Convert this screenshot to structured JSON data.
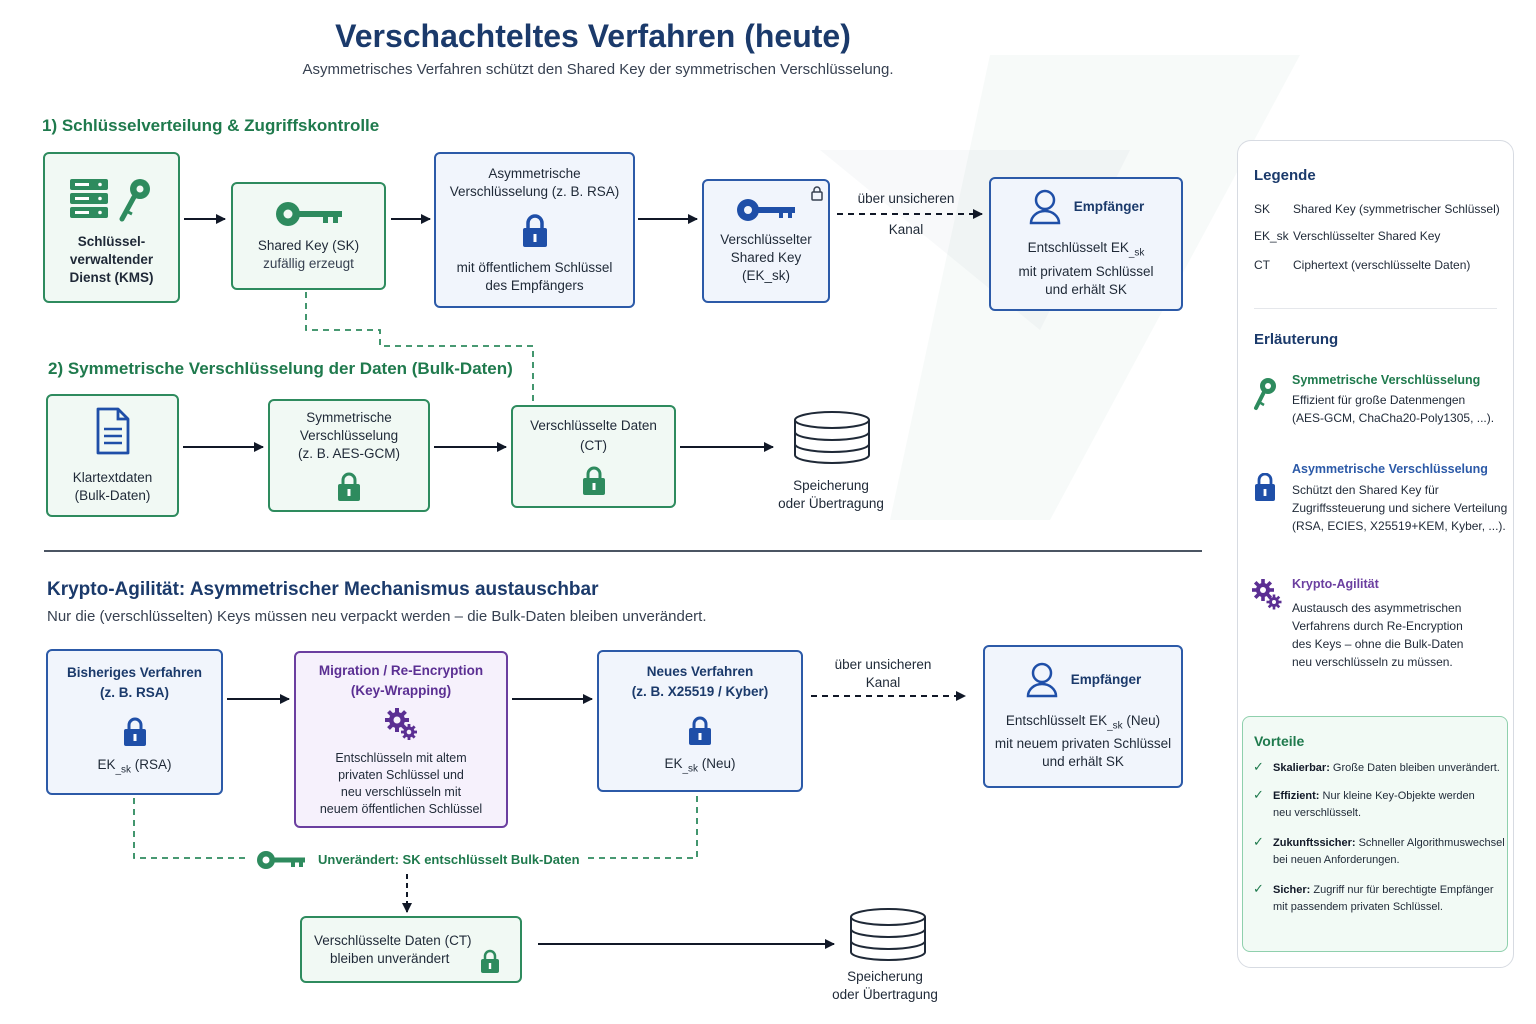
{
  "header": {
    "title": "Verschachteltes Verfahren (heute)",
    "subtitle": "Asymmetrisches Verfahren schützt den Shared Key der symmetrischen Verschlüsselung."
  },
  "section1": {
    "title": "1) Schlüsselverteilung & Zugriffskontrolle",
    "kms": [
      "Schlüssel-",
      "verwaltender",
      "Dienst (KMS)"
    ],
    "shared_key": [
      "Shared Key (SK)",
      "zufällig erzeugt"
    ],
    "asym": [
      "Asymmetrische",
      "Verschlüsselung (z. B. RSA)",
      "mit öffentlichem Schlüssel",
      "des Empfängers"
    ],
    "enc_key": [
      "Verschlüsselter",
      "Shared Key",
      "(EK_sk)"
    ],
    "channel": [
      "über unsicheren",
      "Kanal"
    ],
    "receiver_title": "Empfänger",
    "receiver_lines": [
      "Entschlüsselt  EK",
      "_sk",
      "mit privatem Schlüssel",
      "und erhält  SK"
    ]
  },
  "section2": {
    "title": "2) Symmetrische Verschlüsselung der Daten (Bulk-Daten)",
    "plain": [
      "Klartextdaten",
      "(Bulk-Daten)"
    ],
    "sym": [
      "Symmetrische",
      "Verschlüsselung",
      "(z. B. AES-GCM)"
    ],
    "ct": [
      "Verschlüsselte Daten",
      "(CT)"
    ],
    "storage": [
      "Speicherung",
      "oder Übertragung"
    ]
  },
  "section3": {
    "title": "Krypto-Agilität: Asymmetrischer Mechanismus austauschbar",
    "subtitle": "Nur die (verschlüsselten) Keys müssen neu verpackt werden – die Bulk-Daten bleiben unverändert.",
    "old": [
      "Bisheriges Verfahren",
      "(z. B. RSA)",
      "EK",
      "_sk",
      " (RSA)"
    ],
    "migration": [
      "Migration / Re-Encryption",
      "(Key-Wrapping)",
      "Entschlüsseln mit altem",
      "privaten Schlüssel und",
      "neu verschlüsseln mit",
      "neuem öffentlichen Schlüssel"
    ],
    "new": [
      "Neues Verfahren",
      "(z. B. X25519 / Kyber)",
      "EK",
      "_sk",
      " (Neu)"
    ],
    "channel": [
      "über unsicheren",
      "Kanal"
    ],
    "receiver_title": "Empfänger",
    "receiver_lines": [
      "Entschlüsselt EK",
      "_sk",
      " (Neu)",
      "mit neuem privaten Schlüssel",
      "und erhält  SK"
    ],
    "unchanged": "Unverändert: SK entschlüsselt Bulk-Daten",
    "ct_box": [
      "Verschlüsselte Daten (CT)",
      "bleiben unverändert"
    ],
    "storage": [
      "Speicherung",
      "oder Übertragung"
    ]
  },
  "legend": {
    "title": "Legende",
    "items": [
      {
        "abbr": "SK",
        "text": "Shared Key (symmetrischer Schlüssel)"
      },
      {
        "abbr": "EK_sk",
        "text": "Verschlüsselter Shared Key"
      },
      {
        "abbr": "CT",
        "text": "Ciphertext (verschlüsselte Daten)"
      }
    ],
    "explain_title": "Erläuterung",
    "explain": [
      {
        "title": "Symmetrische Verschlüsselung",
        "lines": [
          "Effizient für große Datenmengen",
          "(AES-GCM, ChaCha20-Poly1305, ...)."
        ],
        "color": "#1f7a4d"
      },
      {
        "title": "Asymmetrische Verschlüsselung",
        "lines": [
          "Schützt den Shared Key für",
          "Zugriffssteuerung und sichere Verteilung",
          "(RSA, ECIES, X25519+KEM, Kyber, ...)."
        ],
        "color": "#2c5aa8"
      },
      {
        "title": "Krypto-Agilität",
        "lines": [
          "Austausch des asymmetrischen",
          "Verfahrens durch Re-Encryption",
          "des Keys – ohne die Bulk-Daten",
          "neu verschlüsseln zu müssen."
        ],
        "color": "#6b3fa0"
      }
    ],
    "advantages_title": "Vorteile",
    "advantages": [
      {
        "key": "Skalierbar:",
        "text": " Große Daten bleiben unverändert.",
        "text2": ""
      },
      {
        "key": "Effizient:",
        "text": " Nur kleine Key-Objekte werden",
        "text2": "neu verschlüsselt."
      },
      {
        "key": "Zukunftssicher:",
        "text": " Schneller Algorithmuswechsel",
        "text2": "bei neuen Anforderungen."
      },
      {
        "key": "Sicher:",
        "text": " Zugriff nur für berechtigte Empfänger",
        "text2": "mit passendem privaten Schlüssel."
      }
    ]
  },
  "colors": {
    "green": "#2e8b5e",
    "blue": "#2c5aa8",
    "purple": "#6b3fa0",
    "navy": "#1b3a6b"
  }
}
